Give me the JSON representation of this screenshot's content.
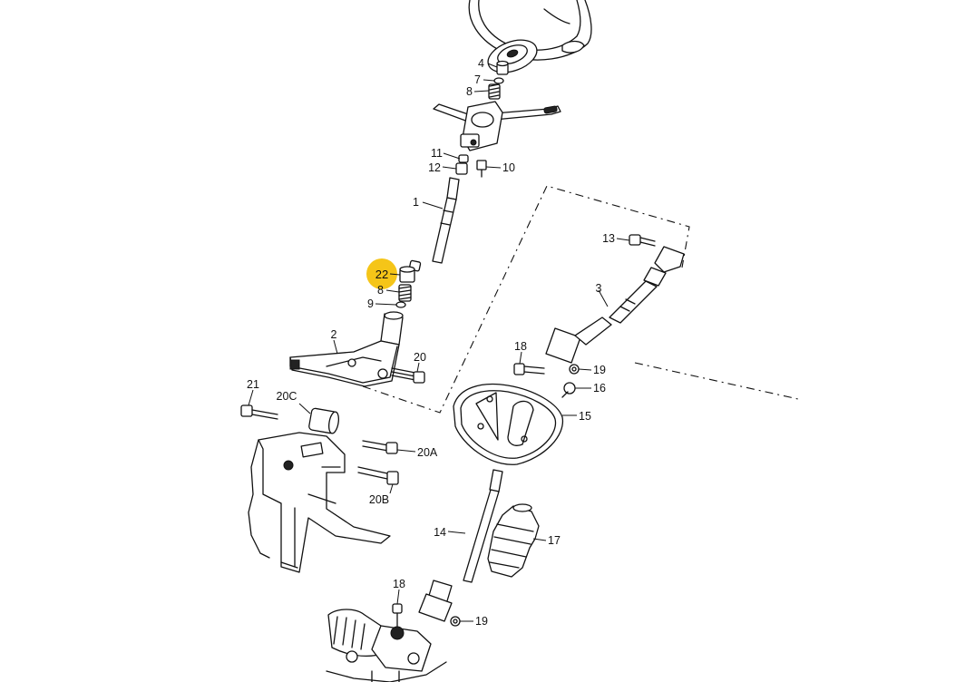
{
  "highlight": {
    "color": "#F5C518"
  },
  "parts": [
    {
      "id": "p4",
      "label": "4"
    },
    {
      "id": "p7",
      "label": "7"
    },
    {
      "id": "p8a",
      "label": "8"
    },
    {
      "id": "p11",
      "label": "11"
    },
    {
      "id": "p12",
      "label": "12"
    },
    {
      "id": "p10",
      "label": "10"
    },
    {
      "id": "p1",
      "label": "1"
    },
    {
      "id": "p22",
      "label": "22"
    },
    {
      "id": "p8b",
      "label": "8"
    },
    {
      "id": "p9",
      "label": "9"
    },
    {
      "id": "p2",
      "label": "2"
    },
    {
      "id": "p20",
      "label": "20"
    },
    {
      "id": "p21",
      "label": "21"
    },
    {
      "id": "p20C",
      "label": "20C"
    },
    {
      "id": "p20A",
      "label": "20A"
    },
    {
      "id": "p20B",
      "label": "20B"
    },
    {
      "id": "p13",
      "label": "13"
    },
    {
      "id": "p3",
      "label": "3"
    },
    {
      "id": "p18a",
      "label": "18"
    },
    {
      "id": "p19a",
      "label": "19"
    },
    {
      "id": "p16",
      "label": "16"
    },
    {
      "id": "p15",
      "label": "15"
    },
    {
      "id": "p14",
      "label": "14"
    },
    {
      "id": "p17",
      "label": "17"
    },
    {
      "id": "p18b",
      "label": "18"
    },
    {
      "id": "p19b",
      "label": "19"
    }
  ]
}
